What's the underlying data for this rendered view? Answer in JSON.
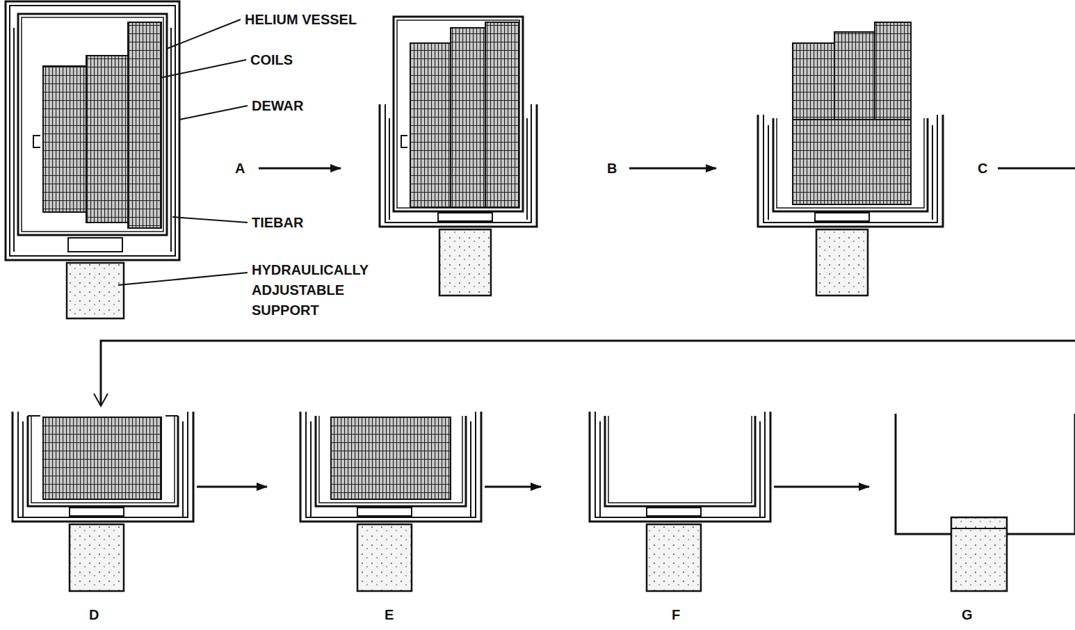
{
  "diagram": {
    "labels": [
      "HELIUM VESSEL",
      "COILS",
      "DEWAR",
      "TIEBAR",
      "HYDRAULICALLY ADJUSTABLE SUPPORT",
      "A",
      "B",
      "C",
      "D",
      "E",
      "F",
      "G"
    ]
  }
}
